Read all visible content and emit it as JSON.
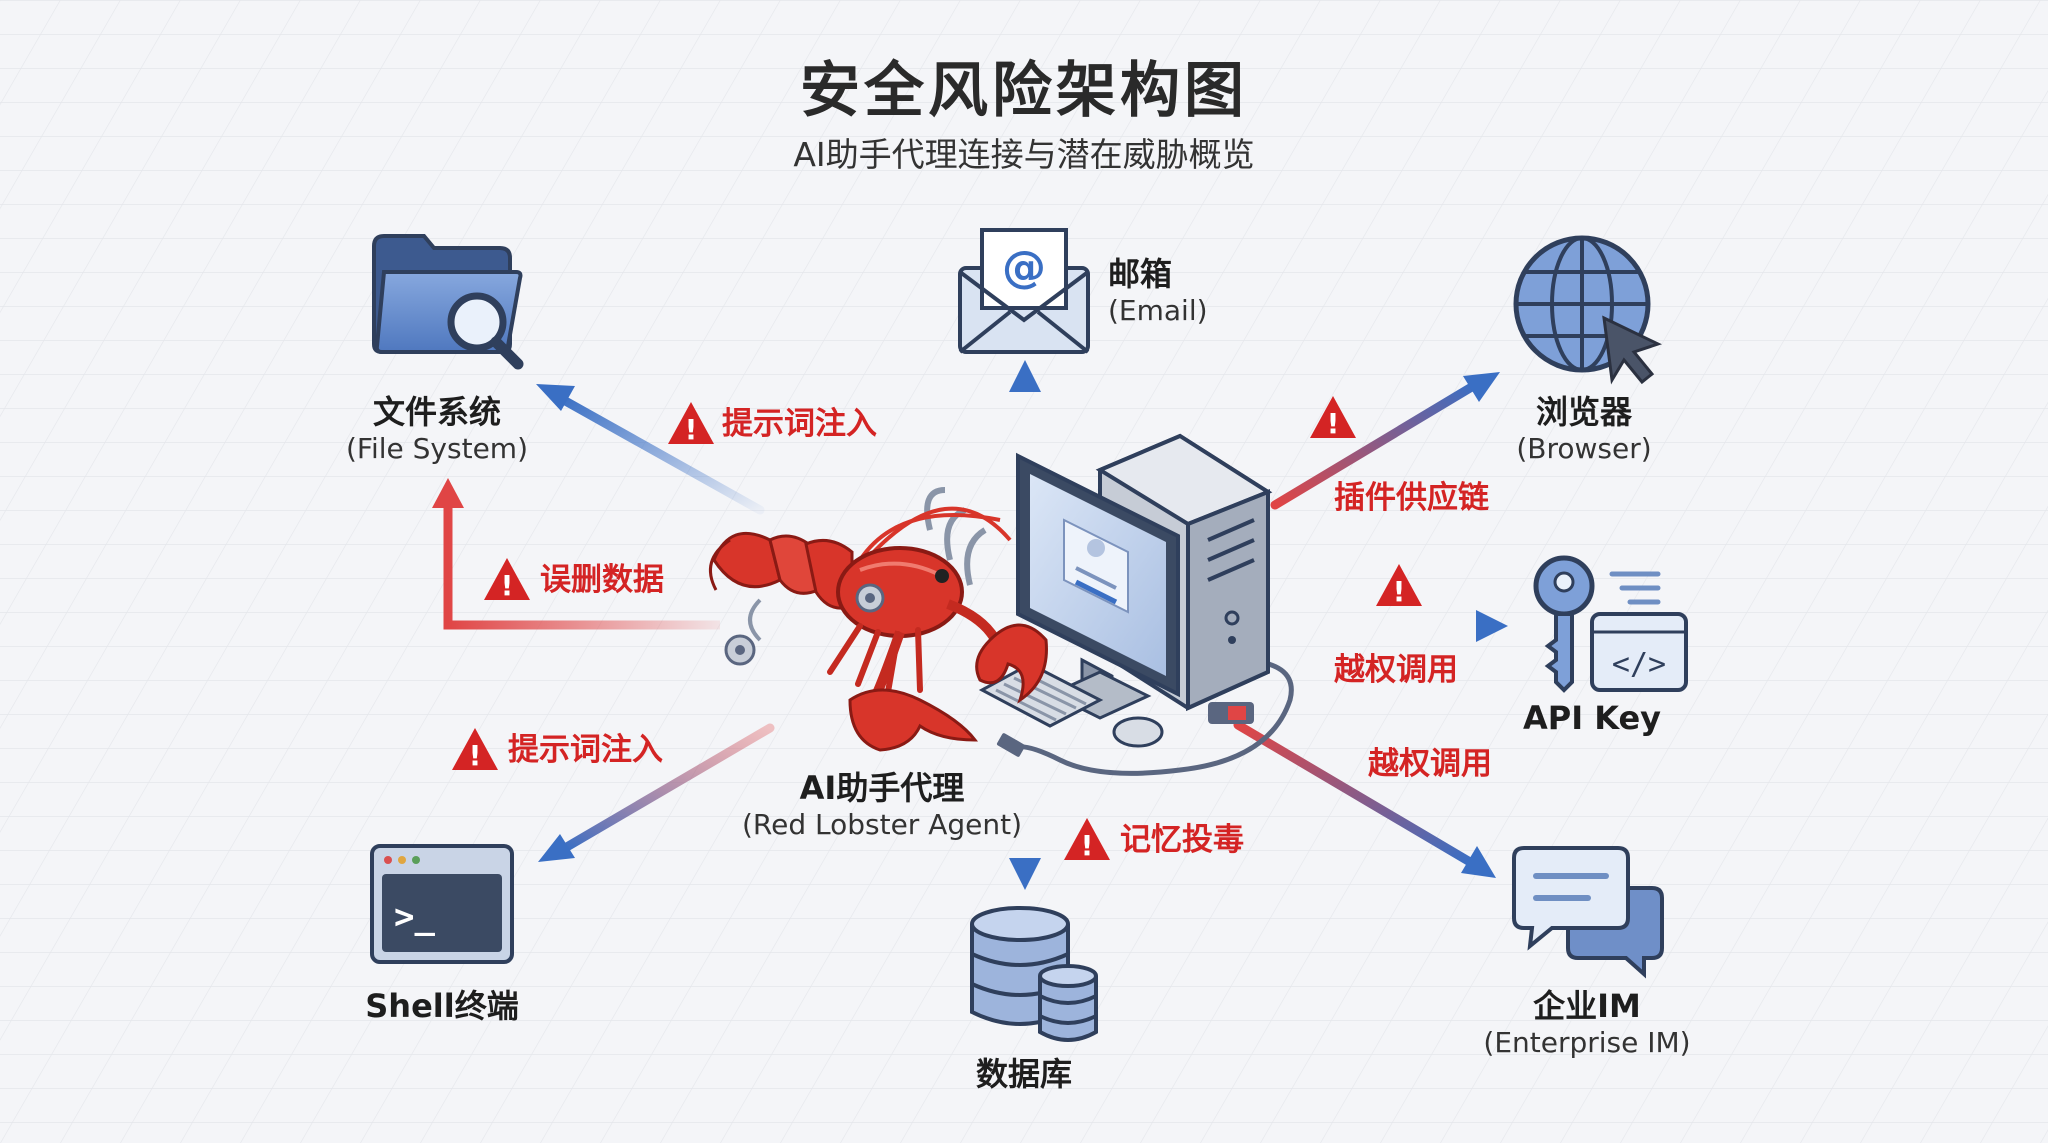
{
  "header": {
    "title": "安全风险架构图",
    "subtitle": "AI助手代理连接与潜在威胁概览"
  },
  "center": {
    "name": "AI助手代理",
    "sub": "(Red Lobster Agent)"
  },
  "nodes": {
    "file_system": {
      "name": "文件系统",
      "sub": "(File System)"
    },
    "email": {
      "name": "邮箱",
      "sub": "(Email)"
    },
    "browser": {
      "name": "浏览器",
      "sub": "(Browser)"
    },
    "api_key": {
      "name": "API Key"
    },
    "shell": {
      "name": "Shell终端"
    },
    "database": {
      "name": "数据库"
    },
    "im": {
      "name": "企业IM",
      "sub": "(Enterprise IM)"
    }
  },
  "threats": {
    "prompt_injection_top": "提示词注入",
    "data_deletion": "误删数据",
    "supply_chain": "插件供应链",
    "privilege_api": "越权调用",
    "privilege_im": "越权调用",
    "prompt_injection_shell": "提示词注入",
    "memory_poisoning": "记忆投毒"
  },
  "colors": {
    "threat_red": "#d42424",
    "flow_blue": "#3a6fc4",
    "icon_blue": "#5b86c9",
    "icon_dark": "#3b4a63",
    "lobster_red": "#d8352a"
  },
  "icons": {
    "file_system": "folder-magnifier-icon",
    "email": "envelope-at-icon",
    "browser": "globe-cursor-icon",
    "api_key": "key-code-icon",
    "shell": "terminal-window-icon",
    "database": "database-cylinders-icon",
    "im": "chat-bubbles-icon",
    "center": "lobster-computer-icon",
    "warning": "warning-triangle-icon"
  }
}
